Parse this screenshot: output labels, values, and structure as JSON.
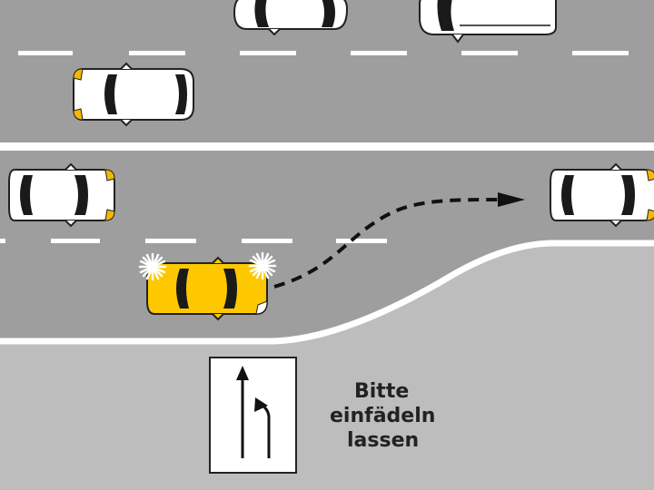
{
  "caption": {
    "line1": "Bitte",
    "line2": "einfädeln",
    "line3": "lassen"
  },
  "colors": {
    "road": "#9e9e9e",
    "shoulder": "#bdbdbd",
    "marking": "#ffffff",
    "car_body": "#ffffff",
    "car_yellow": "#fdc800",
    "window": "#1a1a1a",
    "signal": "#f5b800",
    "outline": "#222222"
  },
  "icons": [
    "white-car",
    "yellow-car",
    "turn-signal-flash",
    "dashed-path-arrow",
    "lane-merge-sign"
  ]
}
